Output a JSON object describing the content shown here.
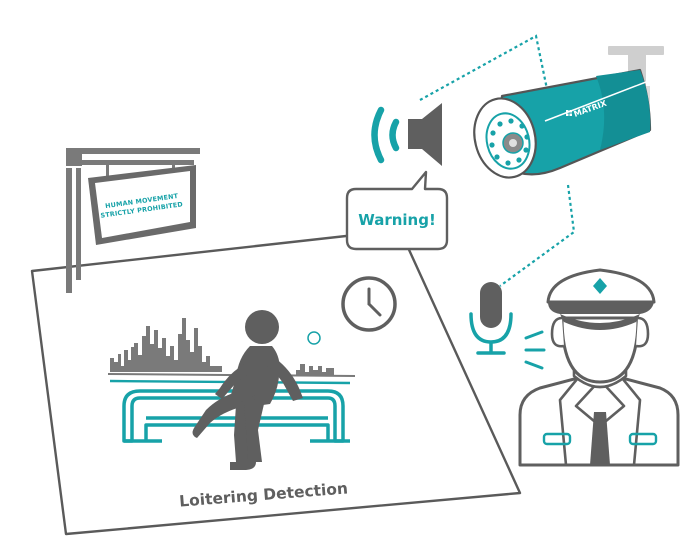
{
  "sign": {
    "line1": "HUMAN MOVEMENT",
    "line2": "STRICTLY PROHIBITED"
  },
  "speech_bubble": {
    "text": "Warning!"
  },
  "camera": {
    "brand": "MATRIX"
  },
  "caption": {
    "text": "Loitering Detection"
  },
  "colors": {
    "accent": "#17a2a8",
    "dark_gray": "#595959",
    "mid_gray": "#8a8a8a",
    "light_gray": "#c8c8c8",
    "background": "#ffffff"
  },
  "icons": {
    "speaker": "speaker-icon",
    "sound_waves": "sound-waves-icon",
    "clock": "clock-icon",
    "microphone": "microphone-icon"
  }
}
